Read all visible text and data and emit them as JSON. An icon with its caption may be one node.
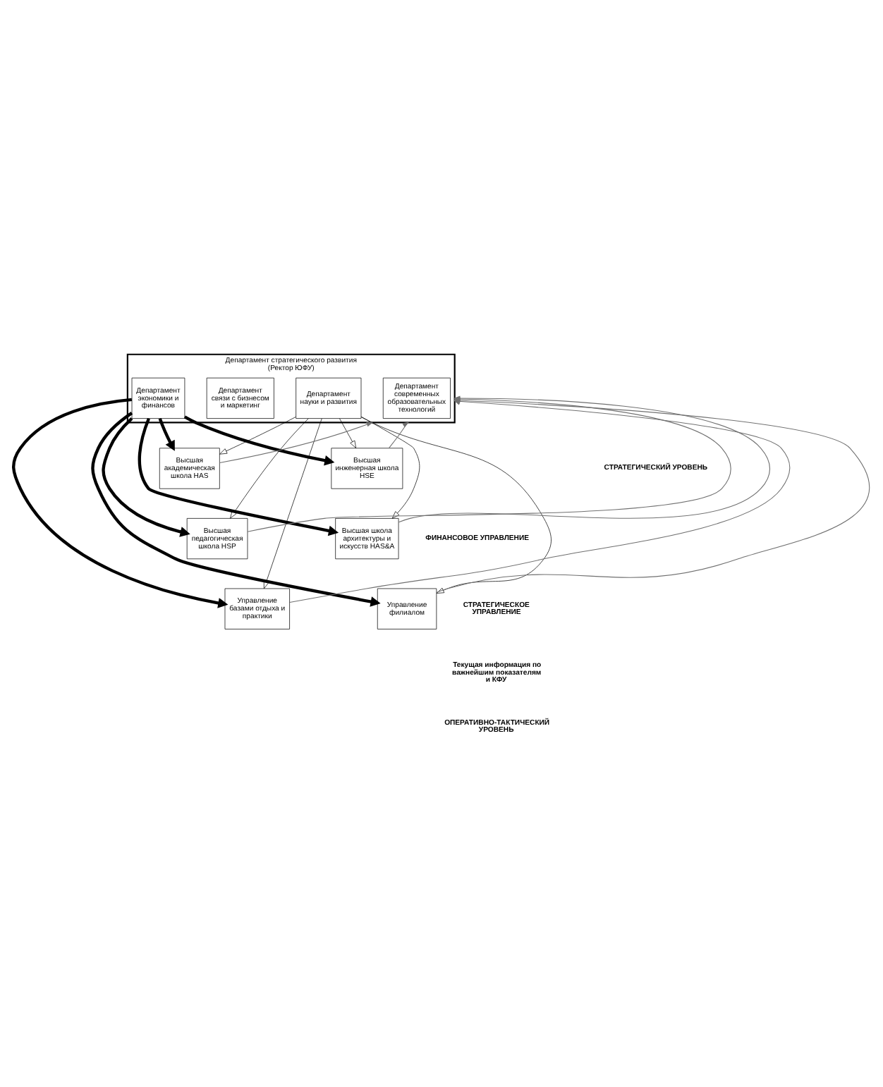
{
  "diagram": {
    "nodes": [
      {
        "text": [
          "Департамент стратегического развития (Ректор ЮФУ)"
        ]
      },
      {
        "text": [
          "Департамент экономики и финансов"
        ],
        "in": 0
      },
      {
        "text": [
          "Департамент связи с бизнесом и маркетинг"
        ],
        "in": 0
      },
      {
        "text": [
          "Департамент науки и развития"
        ],
        "in": 0
      },
      {
        "text": [
          "Департамент современных образовательных технологий"
        ],
        "in": 0
      },
      {
        "text": [
          "Высшая академическая школа HAS"
        ]
      },
      {
        "text": [
          "Высшая инженерная школа HSE"
        ]
      },
      {
        "text": [
          "Высшая педагогическая школа HSP"
        ]
      },
      {
        "text": [
          "Высшая школа архитектуры и искусств HAS&A"
        ]
      },
      {
        "text": [
          "Управление базами отдыха и практики"
        ]
      },
      {
        "text": [
          "Управление филиалом"
        ]
      }
    ],
    "edges": [
      {
        "from": 1,
        "to": 5,
        "arrow": "to",
        "style": "thick",
        "color": "#000000"
      },
      {
        "from": 1,
        "to": 7,
        "arrow": "to",
        "style": "thick",
        "color": "#000000"
      },
      {
        "from": 1,
        "to": 9,
        "arrow": "to",
        "style": "thick",
        "color": "#000000"
      },
      {
        "from": 1,
        "to": 6,
        "arrow": "to",
        "style": "thick",
        "color": "#000000"
      },
      {
        "from": 1,
        "to": 8,
        "arrow": "to",
        "style": "thick",
        "color": "#000000"
      },
      {
        "from": 1,
        "to": 10,
        "arrow": "to",
        "style": "thick",
        "color": "#000000"
      },
      {
        "from": 3,
        "to": 5,
        "arrow": "to"
      },
      {
        "from": 3,
        "to": 7,
        "arrow": "to"
      },
      {
        "from": 3,
        "to": 9,
        "arrow": "to"
      },
      {
        "from": 3,
        "to": 6,
        "arrow": "to"
      },
      {
        "from": 3,
        "to": 8,
        "arrow": "to"
      },
      {
        "from": 3,
        "to": 10,
        "arrow": "to"
      },
      {
        "from": 5,
        "to": 0,
        "arrow": "to",
        "color": "#707070"
      },
      {
        "from": 7,
        "to": 0,
        "arrow": "to",
        "color": "#707070"
      },
      {
        "from": 9,
        "to": 0,
        "arrow": "to",
        "color": "#707070"
      },
      {
        "from": 6,
        "to": 0,
        "arrow": "to",
        "color": "#707070"
      },
      {
        "from": 8,
        "to": 0,
        "arrow": "to",
        "color": "#707070"
      },
      {
        "from": 10,
        "to": 0,
        "arrow": "to",
        "color": "#707070"
      }
    ],
    "labels": [
      "СТРАТЕГИЧЕСКИЙ УРОВЕНЬ",
      "ФИНАНСОВОЕ УПРАВЛЕНИЕ",
      "СТРАТЕГИЧЕСКОЕ УПРАВЛЕНИЕ",
      "Текущая информация по важнейшим показателям и КФУ",
      "ОПЕРАТИВНО-ТАКТИЧЕСКИЙ УРОВЕНЬ"
    ]
  }
}
